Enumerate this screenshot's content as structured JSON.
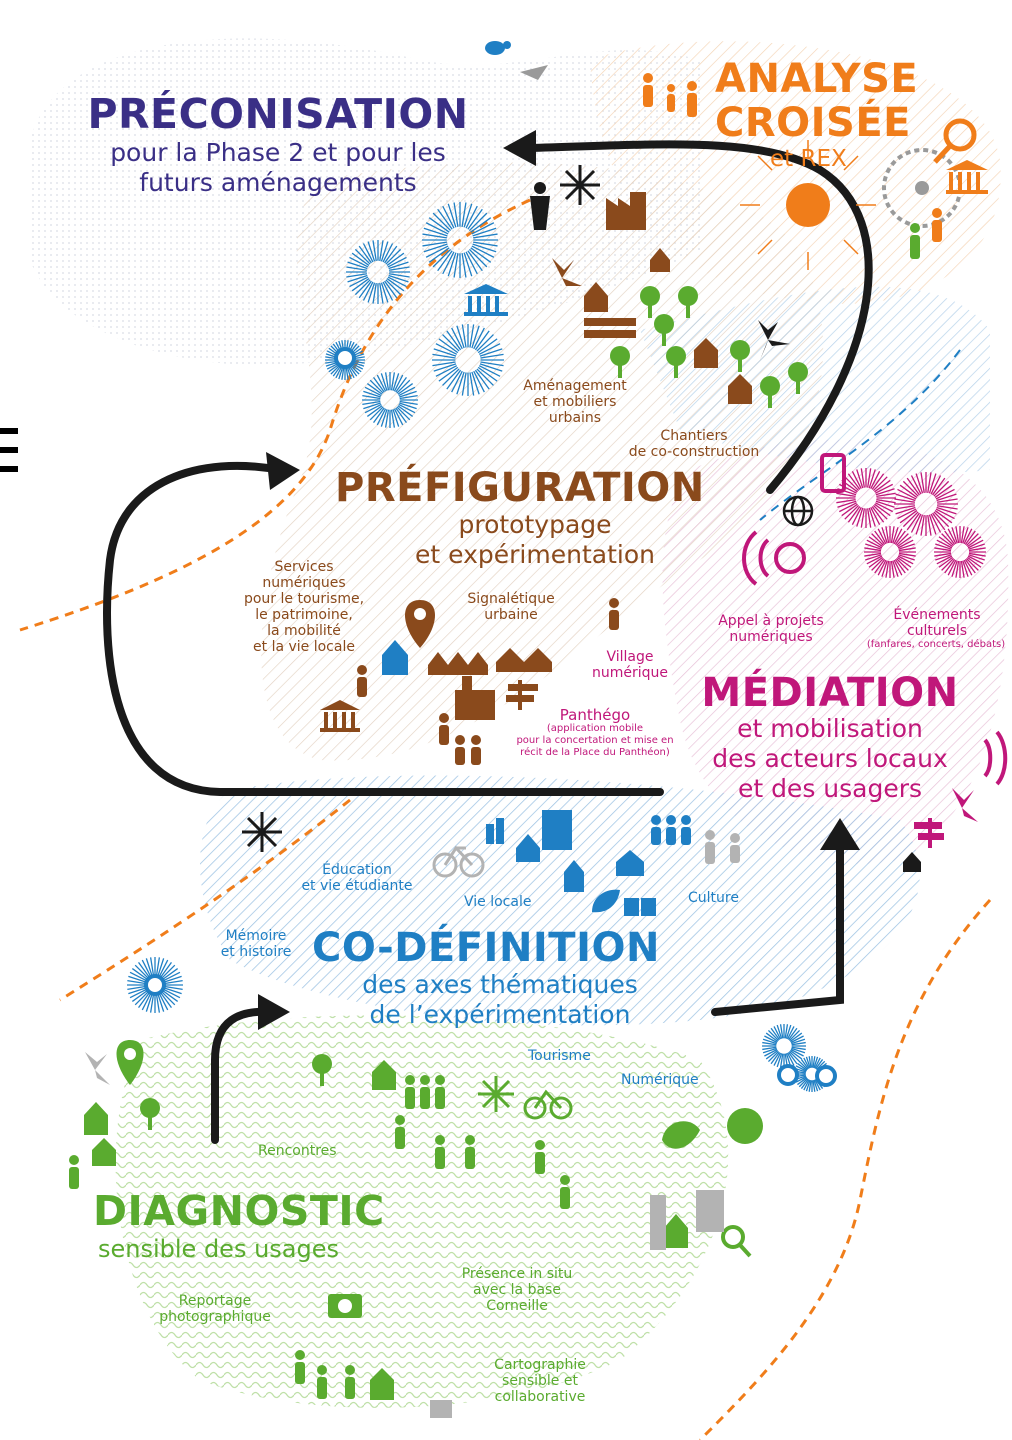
{
  "colors": {
    "preconisation": "#3a2f86",
    "analyse": "#f07d1a",
    "prefiguration": "#8a4a1c",
    "mediation": "#c0177a",
    "codefinition": "#1f7fc4",
    "diagnostic": "#5aab2f",
    "arrows": "#1a1a1a",
    "grey": "#b3b3b3"
  },
  "phases": {
    "preconisation": {
      "title": "PRÉCONISATION",
      "sub1": "pour la Phase 2 et pour les",
      "sub2": "futurs aménagements"
    },
    "analyse": {
      "title1": "ANALYSE",
      "title2": "CROISÉE",
      "sub": "et REX"
    },
    "prefiguration": {
      "title": "PRÉFIGURATION",
      "sub1": "prototypage",
      "sub2": "et expérimentation"
    },
    "mediation": {
      "title": "MÉDIATION",
      "sub1": "et mobilisation",
      "sub2": "des acteurs locaux",
      "sub3": "et des usagers"
    },
    "codefinition": {
      "title": "CO-DÉFINITION",
      "sub1": "des axes thématiques",
      "sub2": "de l’expérimentation"
    },
    "diagnostic": {
      "title": "DIAGNOSTIC",
      "sub": "sensible des usages"
    }
  },
  "labels": {
    "amenagement": "Aménagement\net mobiliers\nurbains",
    "chantiers": "Chantiers\nde co-construction",
    "services": "Services\nnumériques\npour le tourisme,\nle patrimoine,\nla mobilité\net la vie locale",
    "signaletique": "Signalétique\nurbaine",
    "village": "Village\nnumérique",
    "panthego_title": "Panthégo",
    "panthego_sub": "(application mobile\npour la concertation et mise en\nrécit de la Place du Panthéon)",
    "appel": "Appel à projets\nnumériques",
    "evenements": "Événements\nculturels",
    "evenements_sub": "(fanfares, concerts, débats)",
    "education": "Éducation\net vie étudiante",
    "vie_locale": "Vie locale",
    "culture": "Culture",
    "memoire": "Mémoire\net histoire",
    "tourisme": "Tourisme",
    "numerique": "Numérique",
    "rencontres": "Rencontres",
    "presence": "Présence in situ\navec la base\nCorneille",
    "reportage": "Reportage\nphotographique",
    "cartographie": "Cartographie\nsensible et\ncollaborative"
  },
  "icons": [
    "bee-icon",
    "bird-icon",
    "person-icon",
    "sun-icon",
    "factory-icon",
    "tree-icon",
    "museum-icon",
    "map-pin-icon",
    "house-icon",
    "signpost-icon",
    "bicycle-icon",
    "magnifier-icon",
    "smartphone-icon",
    "globe-icon",
    "wifi-icon",
    "camera-icon",
    "fireworks-icon",
    "pinwheel-icon"
  ]
}
